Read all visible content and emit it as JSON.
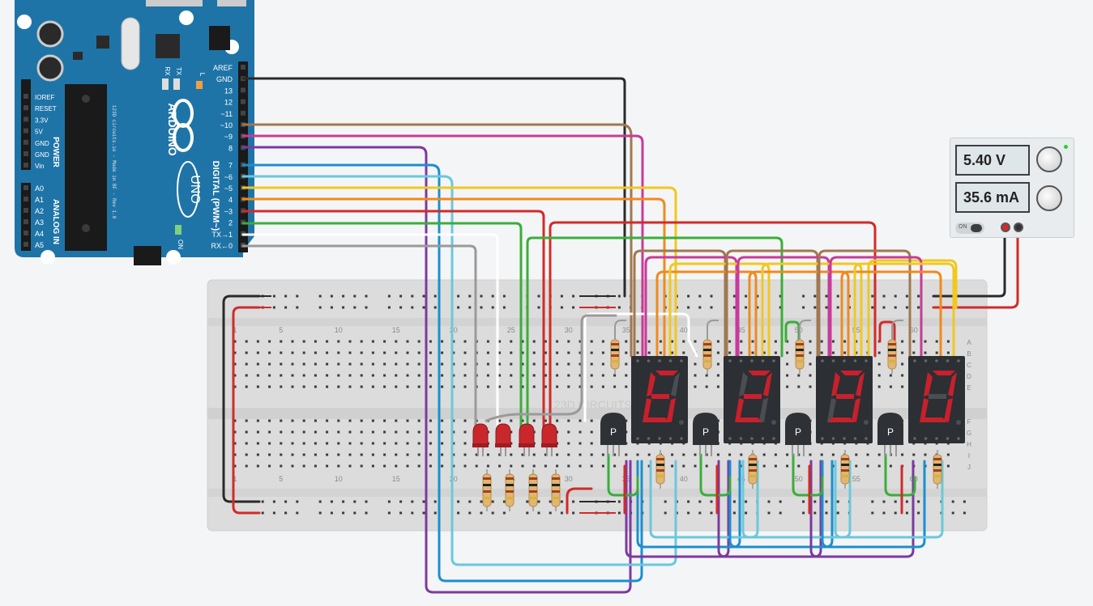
{
  "arduino": {
    "brand": "ARDUINO",
    "model": "UNO",
    "maker_text": "123D circuits.io - Made in BF - Rev 1.0",
    "digital_label": "DIGITAL (PWM~)",
    "power_label": "POWER",
    "analog_label": "ANALOG IN",
    "on_label": "ON",
    "l_label": "L",
    "tx_label": "TX",
    "rx_label": "RX",
    "digital_pins": [
      "AREF",
      "GND",
      "13",
      "12",
      "~11",
      "~10",
      "~9",
      "8",
      "7",
      "~6",
      "~5",
      "4",
      "~3",
      "2",
      "TX→1",
      "RX←0"
    ],
    "power_pins": [
      "IOREF",
      "RESET",
      "3.3V",
      "5V",
      "GND",
      "GND",
      "Vin"
    ],
    "analog_pins": [
      "A0",
      "A1",
      "A2",
      "A3",
      "A4",
      "A5"
    ]
  },
  "breadboard": {
    "watermark": "123D CIRCUITS",
    "column_numbers": [
      "1",
      "5",
      "10",
      "15",
      "20",
      "25",
      "30",
      "35",
      "40",
      "45",
      "50",
      "55",
      "60"
    ],
    "row_letters_top": [
      "A",
      "B",
      "C",
      "D",
      "E"
    ],
    "row_letters_bottom": [
      "F",
      "G",
      "H",
      "I",
      "J"
    ]
  },
  "displays": {
    "digits": [
      "6",
      "2",
      "9",
      "0"
    ],
    "colors": {
      "on": "#c8202c",
      "off": "#4a4d52",
      "body": "#2c2f33"
    }
  },
  "transistor_label": "P",
  "power_supply": {
    "voltage": "5.40 V",
    "current": "35.6 mA",
    "button_label": "ON"
  },
  "wire_colors": {
    "black": "#2a2a2a",
    "brown": "#a07850",
    "pink": "#c83a9a",
    "purple": "#7b3aa0",
    "blue": "#1b8fd0",
    "lightblue": "#6ac8dc",
    "yellow": "#f0c820",
    "orange": "#f08a1e",
    "red": "#d22a2a",
    "green": "#3aae3a",
    "white": "#ffffff",
    "gray": "#9a9a9a"
  }
}
